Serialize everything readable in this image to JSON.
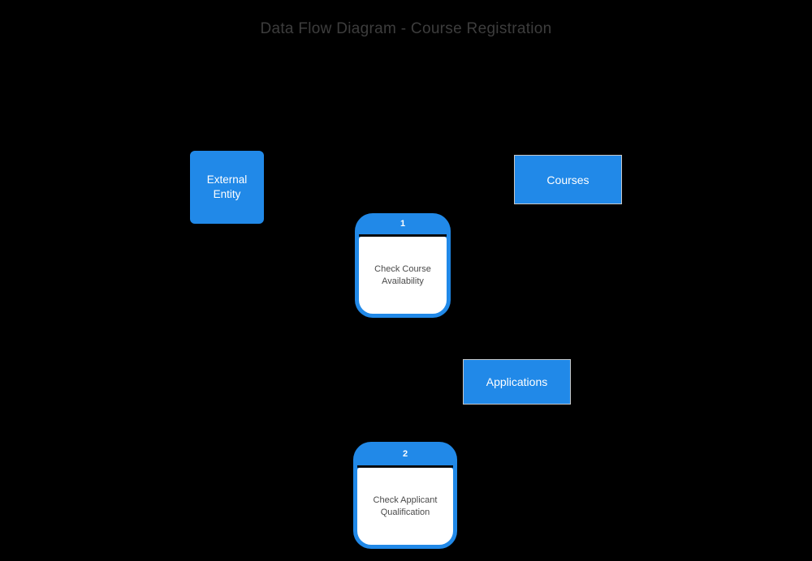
{
  "title": "Data Flow Diagram - Course Registration",
  "colors": {
    "background": "#000000",
    "title_text": "#3D3D3D",
    "node_blue": "#2189E8",
    "node_text": "#FFFFFF",
    "process_body_bg": "#FFFFFF",
    "process_body_text": "#4A4A4A",
    "process_divider": "#0A0A0A",
    "store_border": "#C8C8C8"
  },
  "nodes": {
    "external_entity": {
      "label": "External Entity"
    },
    "courses": {
      "label": "Courses"
    },
    "applications": {
      "label": "Applications"
    },
    "process_1": {
      "number": "1",
      "label": "Check Course Availability"
    },
    "process_2": {
      "number": "2",
      "label": "Check Applicant Qualification"
    }
  }
}
